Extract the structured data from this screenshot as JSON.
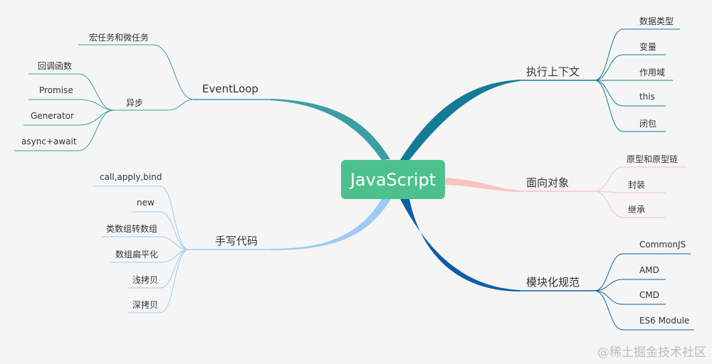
{
  "root": {
    "label": "JavaScript"
  },
  "branches": [
    {
      "key": "eventloop",
      "label": "EventLoop",
      "color": "#3a9ea4",
      "children": [
        {
          "label": "宏任务和微任务"
        },
        {
          "label": "异步",
          "children": [
            {
              "label": "回调函数"
            },
            {
              "label": "Promise"
            },
            {
              "label": "Generator"
            },
            {
              "label": "async+await"
            }
          ]
        }
      ]
    },
    {
      "key": "handwritten",
      "label": "手写代码",
      "color": "#9dcbf5",
      "children": [
        {
          "label": "call,apply,bind"
        },
        {
          "label": "new"
        },
        {
          "label": "类数组转数组"
        },
        {
          "label": "数组扁平化"
        },
        {
          "label": "浅拷贝"
        },
        {
          "label": "深拷贝"
        }
      ]
    },
    {
      "key": "context",
      "label": "执行上下文",
      "color": "#147b96",
      "children": [
        {
          "label": "数据类型"
        },
        {
          "label": "变量"
        },
        {
          "label": "作用域"
        },
        {
          "label": "this"
        },
        {
          "label": "闭包"
        }
      ]
    },
    {
      "key": "oop",
      "label": "面向对象",
      "color": "#f7c4c0",
      "children": [
        {
          "label": "原型和原型链"
        },
        {
          "label": "封装"
        },
        {
          "label": "继承"
        }
      ]
    },
    {
      "key": "module",
      "label": "模块化规范",
      "color": "#0d5ea8",
      "children": [
        {
          "label": "CommonJS"
        },
        {
          "label": "AMD"
        },
        {
          "label": "CMD"
        },
        {
          "label": "ES6 Module"
        }
      ]
    }
  ],
  "watermark": "@稀土掘金技术社区"
}
